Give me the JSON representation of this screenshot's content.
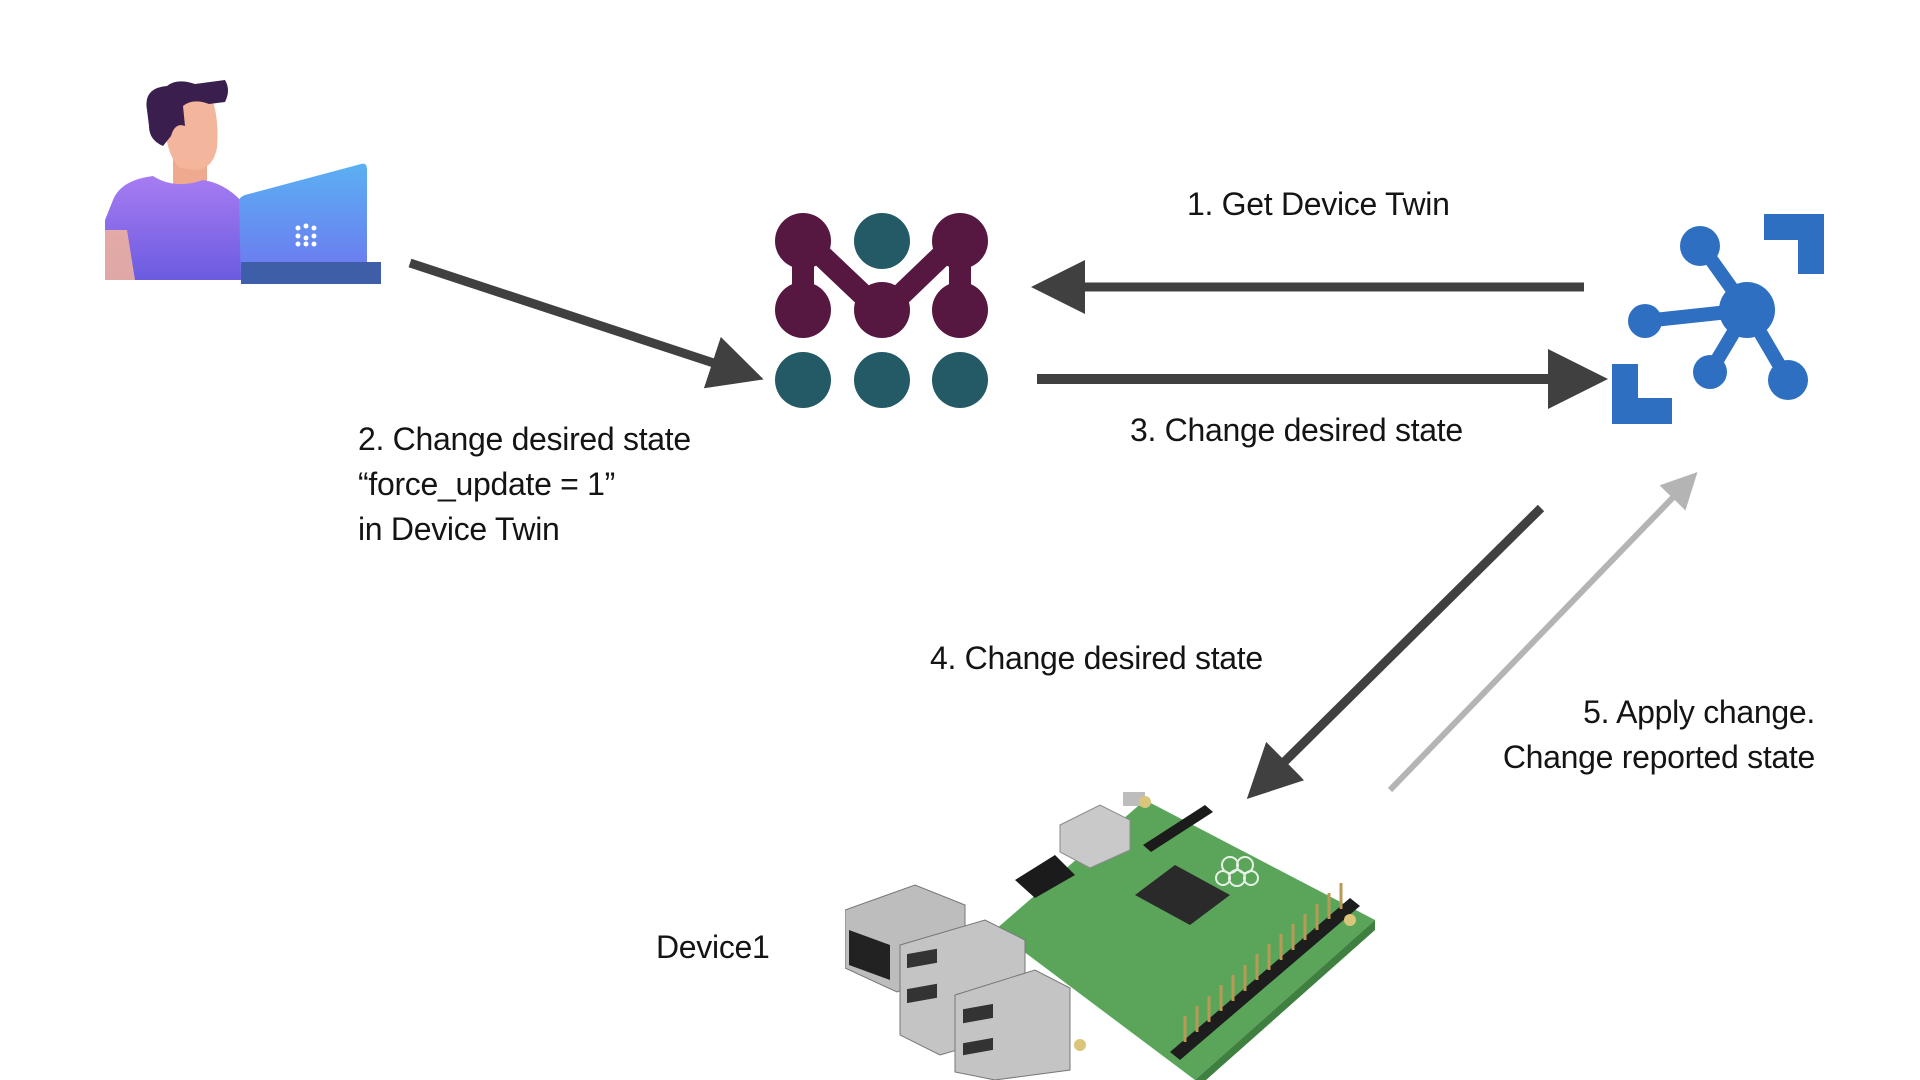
{
  "diagram": {
    "nodes": {
      "user": {
        "name": "User with laptop",
        "icon": "developer-with-laptop-icon"
      },
      "service": {
        "name": "Middleware service",
        "icon": "m-dots-logo-icon"
      },
      "iot_hub": {
        "name": "IoT Hub",
        "icon": "iot-hub-icon"
      },
      "device": {
        "label": "Device1",
        "icon": "raspberry-pi-board-icon"
      }
    },
    "steps": [
      {
        "id": 1,
        "lines": [
          "1. Get Device Twin"
        ],
        "from": "iot_hub",
        "to": "service"
      },
      {
        "id": 2,
        "lines": [
          "2. Change desired state",
          "“force_update = 1”",
          "in Device Twin"
        ],
        "from": "user",
        "to": "service"
      },
      {
        "id": 3,
        "lines": [
          "3. Change desired state"
        ],
        "from": "service",
        "to": "iot_hub"
      },
      {
        "id": 4,
        "lines": [
          "4. Change desired state"
        ],
        "from": "iot_hub",
        "to": "device"
      },
      {
        "id": 5,
        "lines": [
          "5. Apply change.",
          "Change reported state"
        ],
        "from": "device",
        "to": "iot_hub"
      }
    ],
    "colors": {
      "logo_maroon": "#561840",
      "logo_teal": "#235A66",
      "iot_blue": "#2F6FC2",
      "arrow_dark": "#404040",
      "arrow_light": "#B4B4B4",
      "shirt_purple": "#9B72EE",
      "laptop_blue": "#5AA7F2",
      "hair": "#3A1F4E",
      "skin": "#F3B59B",
      "pcb_green": "#5BA55A"
    }
  }
}
